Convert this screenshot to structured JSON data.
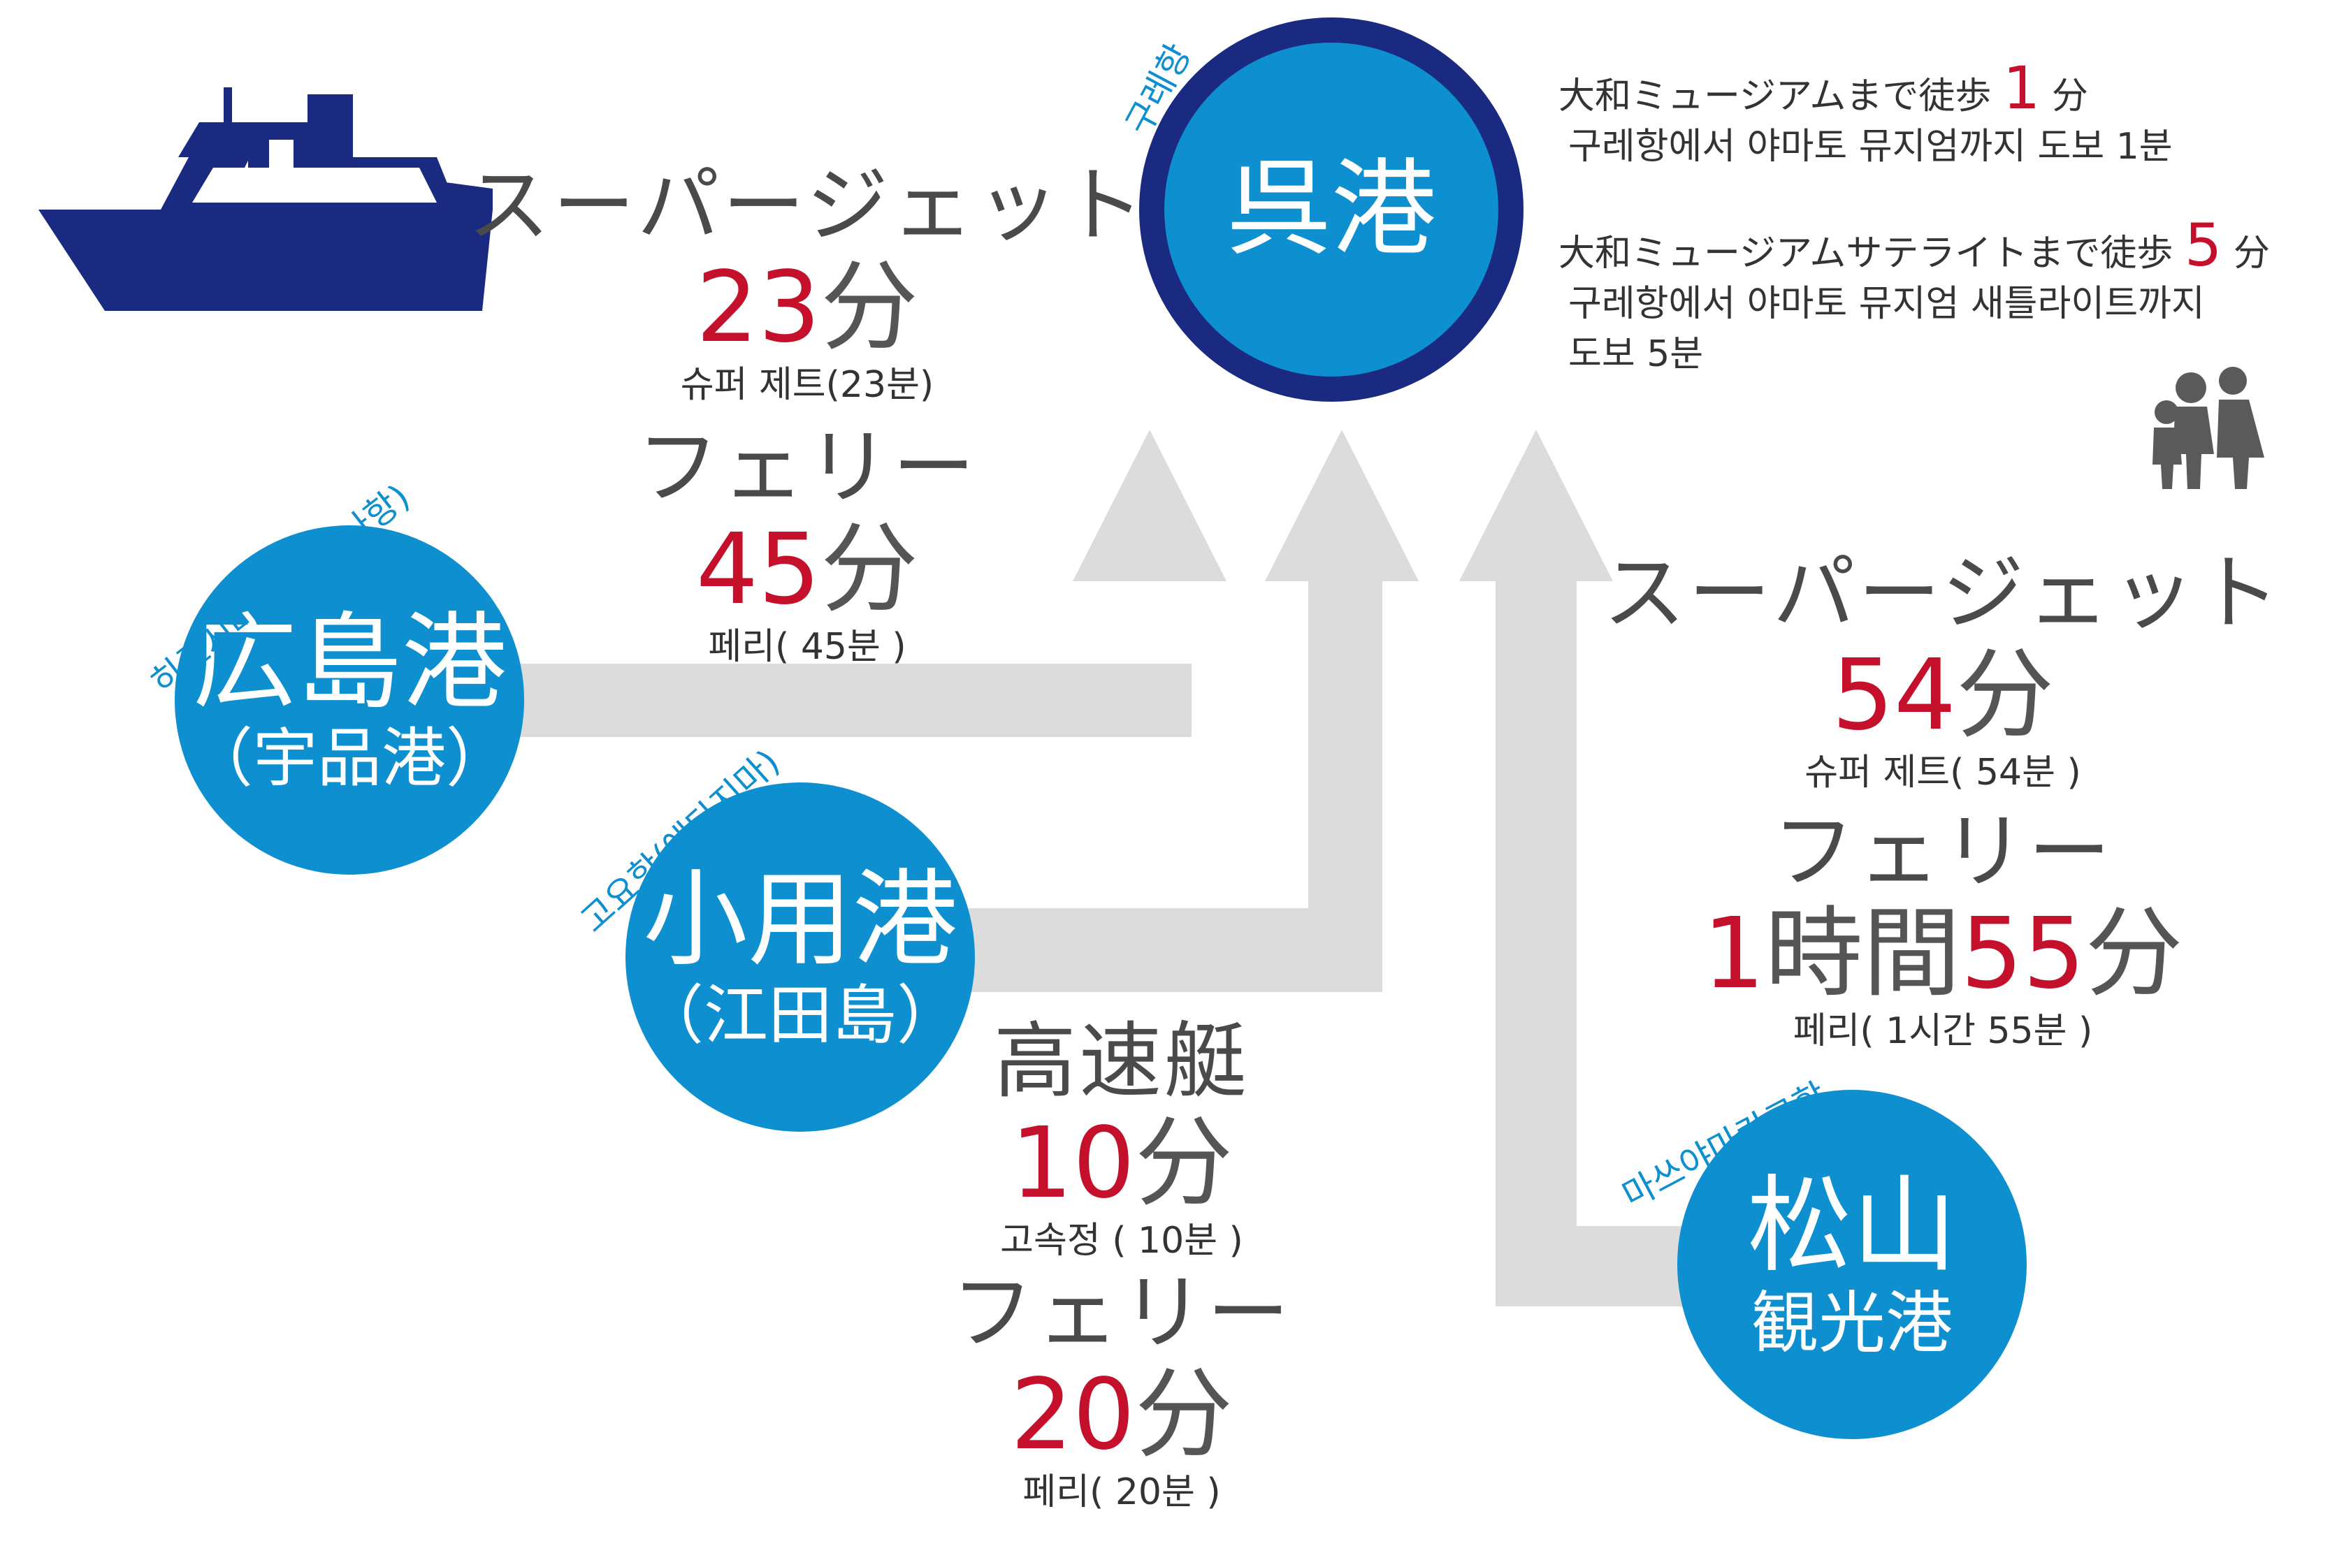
{
  "ports": {
    "kure": {
      "name": "呉港",
      "korean": "구레항"
    },
    "hiroshima": {
      "name": "広島港",
      "sub": "（宇品港）",
      "korean": "히로시마항(우지나항)"
    },
    "koyo": {
      "name": "小用港",
      "sub": "（江田島）",
      "korean": "고요항(에타지마)"
    },
    "matsuyama": {
      "name": "松山",
      "sub": "観光港",
      "korean": "마쓰야마칸코항"
    }
  },
  "routes": {
    "hiroshima_superjet": {
      "mode": "スーパージェット",
      "num": "23",
      "unit": "分",
      "korean": "슈퍼 제트(23분)"
    },
    "hiroshima_ferry": {
      "mode": "フェリー",
      "num": "45",
      "unit": "分",
      "korean": "페리( 45분 )"
    },
    "koyo_speedboat": {
      "mode": "高速艇",
      "num": "10",
      "unit": "分",
      "korean": "고속정 ( 10분 )"
    },
    "koyo_ferry": {
      "mode": "フェリー",
      "num": "20",
      "unit": "分",
      "korean": "페리( 20분 )"
    },
    "matsuyama_superjet": {
      "mode": "スーパージェット",
      "num": "54",
      "unit": "分",
      "korean": "슈퍼 제트( 54분 )"
    },
    "matsuyama_ferry": {
      "mode": "フェリー",
      "num1": "1",
      "unit1": "時間",
      "num2": "55",
      "unit2": "分",
      "korean": "페리( 1시간 55분 )"
    }
  },
  "walk_notes": {
    "museum": {
      "prefix": "大和ミュージアムまで徒歩",
      "num": "1",
      "unit": "分",
      "korean": "구레항에서 야마토 뮤지엄까지 도보 1분"
    },
    "satellite": {
      "prefix": "大和ミュージアムサテライトまで徒歩",
      "num": "5",
      "unit": "分",
      "korean1": "구레항에서 야마토 뮤지엄 새틀라이트까지",
      "korean2": "도보 5분"
    }
  },
  "colors": {
    "port_blue": "#0e8fcf",
    "navy": "#1a2a80",
    "arrow_gray": "#dcdcdc",
    "accent_red": "#c4102a",
    "text_gray": "#4a4a4a",
    "people_gray": "#5a5a5a"
  },
  "icons": {
    "ship": "ship-icon",
    "family": "family-walking-icon"
  }
}
